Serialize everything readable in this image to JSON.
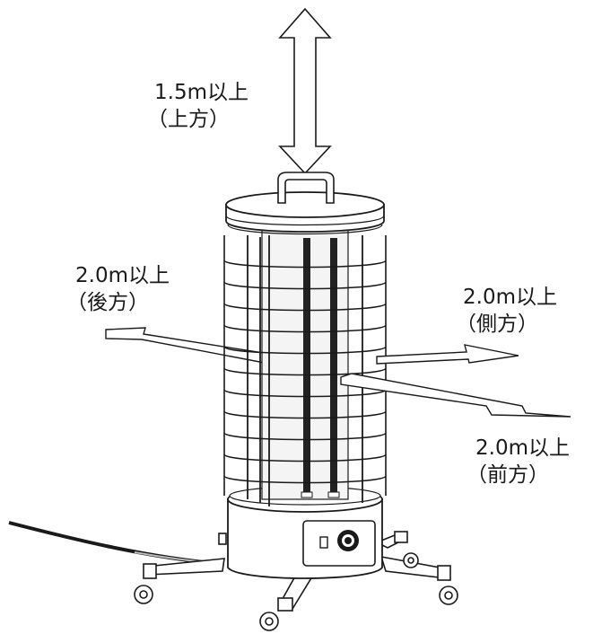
{
  "labels": {
    "top": {
      "distance": "1.5m以上",
      "direction": "（上方）"
    },
    "back": {
      "distance": "2.0m以上",
      "direction": "（後方）"
    },
    "side": {
      "distance": "2.0m以上",
      "direction": "（側方）"
    },
    "front": {
      "distance": "2.0m以上",
      "direction": "（前方）"
    }
  },
  "colors": {
    "line": "#1a1a1a",
    "tube": "#222222",
    "fill": "#ffffff",
    "glass": "#f4f4f4"
  }
}
